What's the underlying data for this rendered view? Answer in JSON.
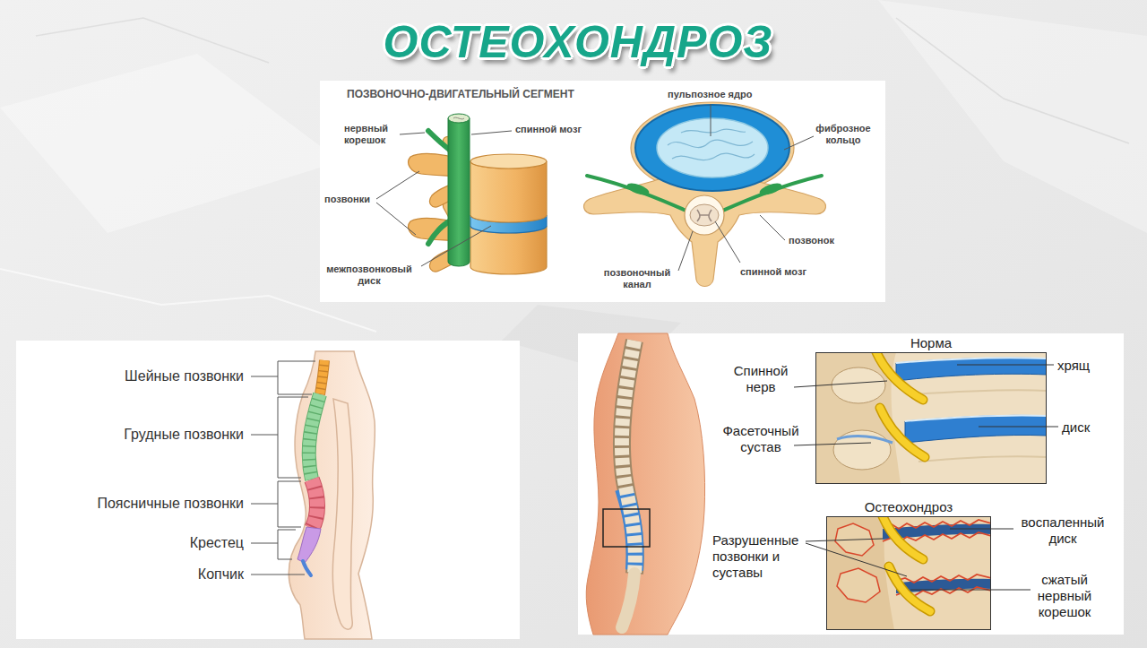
{
  "diagram": {
    "title": "ОСТЕОХОНДРОЗ",
    "nodes": [
      {
        "text": [
          "ПОЗВОНОЧНО-ДВИГАТЕЛЬНЫЙ СЕГМЕНТ"
        ]
      },
      {
        "text": [
          "Норма"
        ]
      },
      {
        "text": [
          "Остеохондроз"
        ]
      }
    ],
    "labels": [
      "нервный корешок",
      "спинной мозг",
      "позвонки",
      "межпозвонковый диск",
      "пульпозное ядро",
      "фиброзное кольцо",
      "позвонок",
      "позвоночный канал",
      "спинной мозг",
      "Шейные позвонки",
      "Грудные позвонки",
      "Поясничные позвонки",
      "Крестец",
      "Копчик",
      "Спинной нерв",
      "хрящ",
      "Фасеточный сустав",
      "диск",
      "воспаленный диск",
      "Разрушенные позвонки и суставы",
      "сжатый нервный корешок"
    ]
  }
}
